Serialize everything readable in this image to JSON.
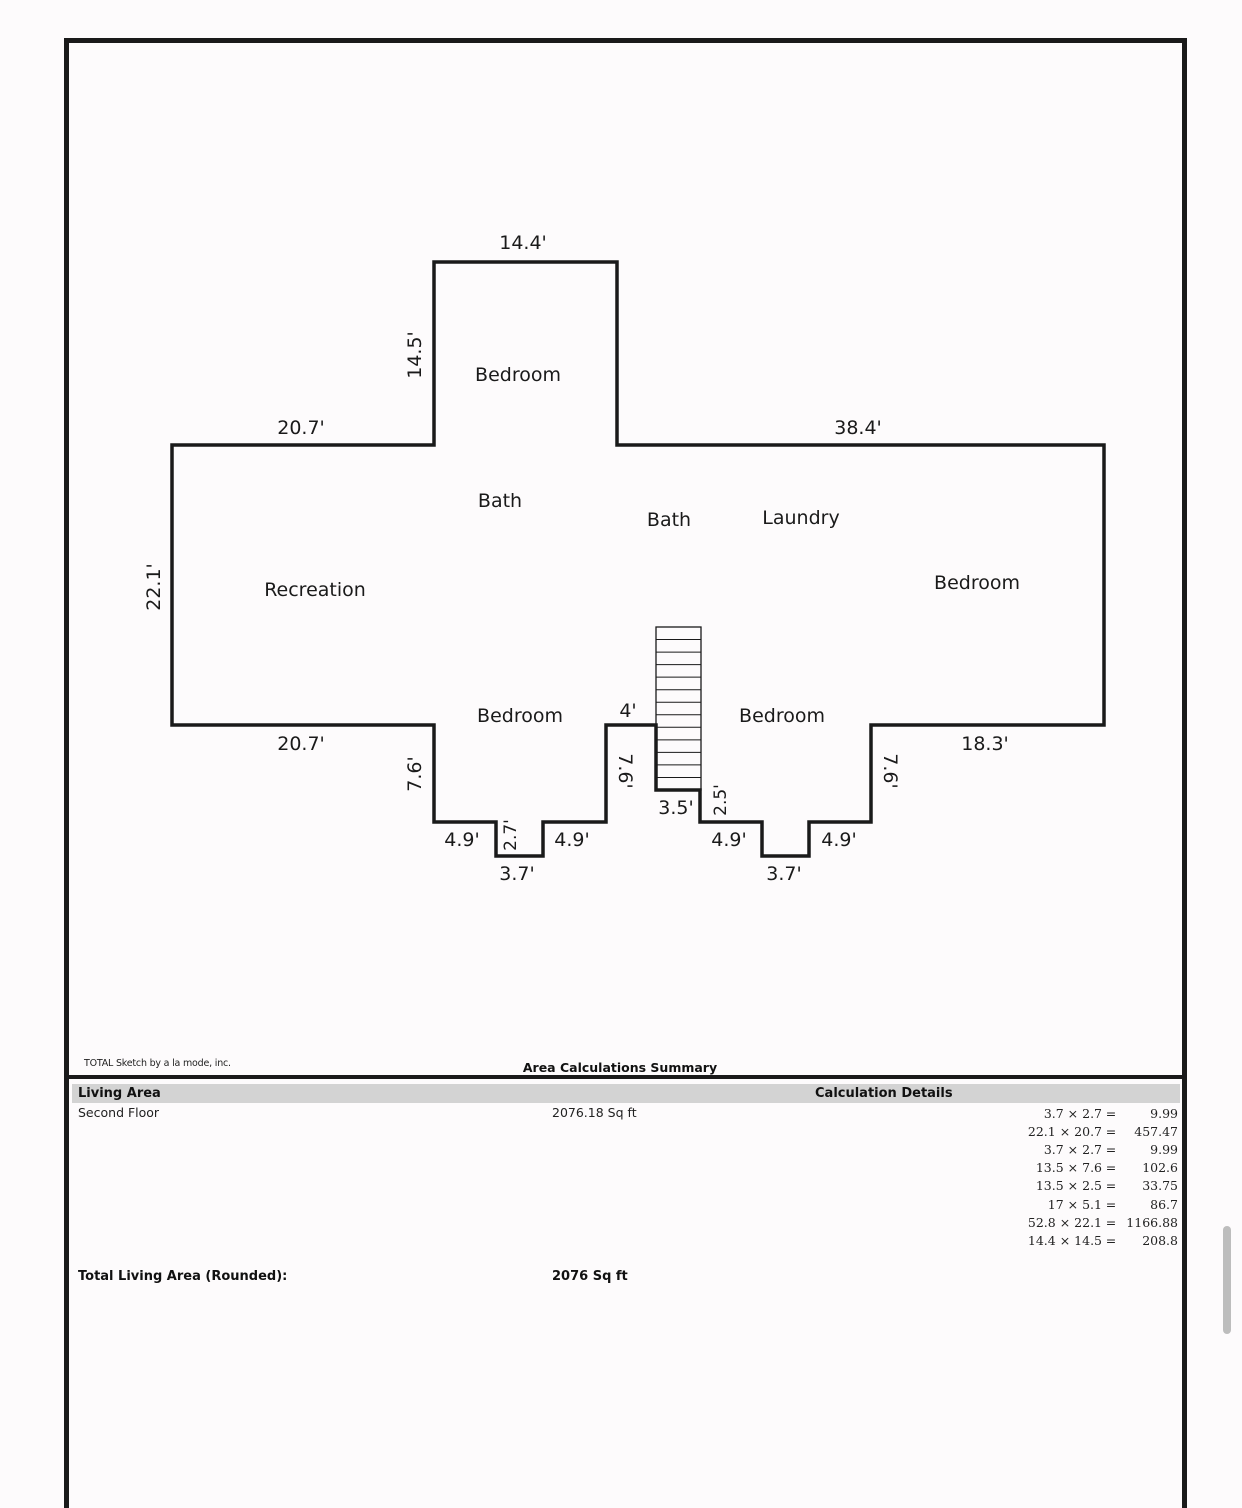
{
  "colors": {
    "wall": "#1a1a1a",
    "header_bg": "#d3d3d3",
    "page_bg": "#fdfbfc"
  },
  "rooms": {
    "bedroom_top": "Bedroom",
    "bath_left": "Bath",
    "bath_mid": "Bath",
    "laundry": "Laundry",
    "recreation": "Recreation",
    "bedroom_right": "Bedroom",
    "bedroom_bottom_left": "Bedroom",
    "bedroom_bottom_right": "Bedroom"
  },
  "dimensions": {
    "top_width": "14.4'",
    "top_left_height": "14.5'",
    "upper_left": "20.7'",
    "upper_right": "38.4'",
    "left_height": "22.1'",
    "lower_left": "20.7'",
    "lower_right": "18.3'",
    "bump_left_height": "7.6'",
    "step_a": "4.9'",
    "notch_a_height": "2.7'",
    "step_b": "4.9'",
    "notch_a_width": "3.7'",
    "stair_top": "4'",
    "stair_left_height": "7.6'",
    "stair_bottom": "3.5'",
    "stair_right_height": "2.5'",
    "step_c": "4.9'",
    "notch_b_width": "3.7'",
    "step_d": "4.9'",
    "bump_right_height": "7.6'"
  },
  "footer": {
    "credit": "TOTAL Sketch by a la mode, inc.",
    "summary_title": "Area Calculations Summary"
  },
  "table": {
    "living_area_header": "Living Area",
    "calc_details_header": "Calculation Details",
    "floor_name": "Second Floor",
    "floor_area": "2076.18 Sq ft",
    "calculations": [
      {
        "expr": "3.7 × 2.7",
        "eq": "=",
        "value": "9.99"
      },
      {
        "expr": "22.1 × 20.7",
        "eq": "=",
        "value": "457.47"
      },
      {
        "expr": "3.7 × 2.7",
        "eq": "=",
        "value": "9.99"
      },
      {
        "expr": "13.5 × 7.6",
        "eq": "=",
        "value": "102.6"
      },
      {
        "expr": "13.5 × 2.5",
        "eq": "=",
        "value": "33.75"
      },
      {
        "expr": "17 × 5.1",
        "eq": "=",
        "value": "86.7"
      },
      {
        "expr": "52.8 × 22.1",
        "eq": "=",
        "value": "1166.88"
      },
      {
        "expr": "14.4 × 14.5",
        "eq": "=",
        "value": "208.8"
      }
    ],
    "total_label": "Total Living Area (Rounded):",
    "total_value": "2076 Sq ft"
  }
}
